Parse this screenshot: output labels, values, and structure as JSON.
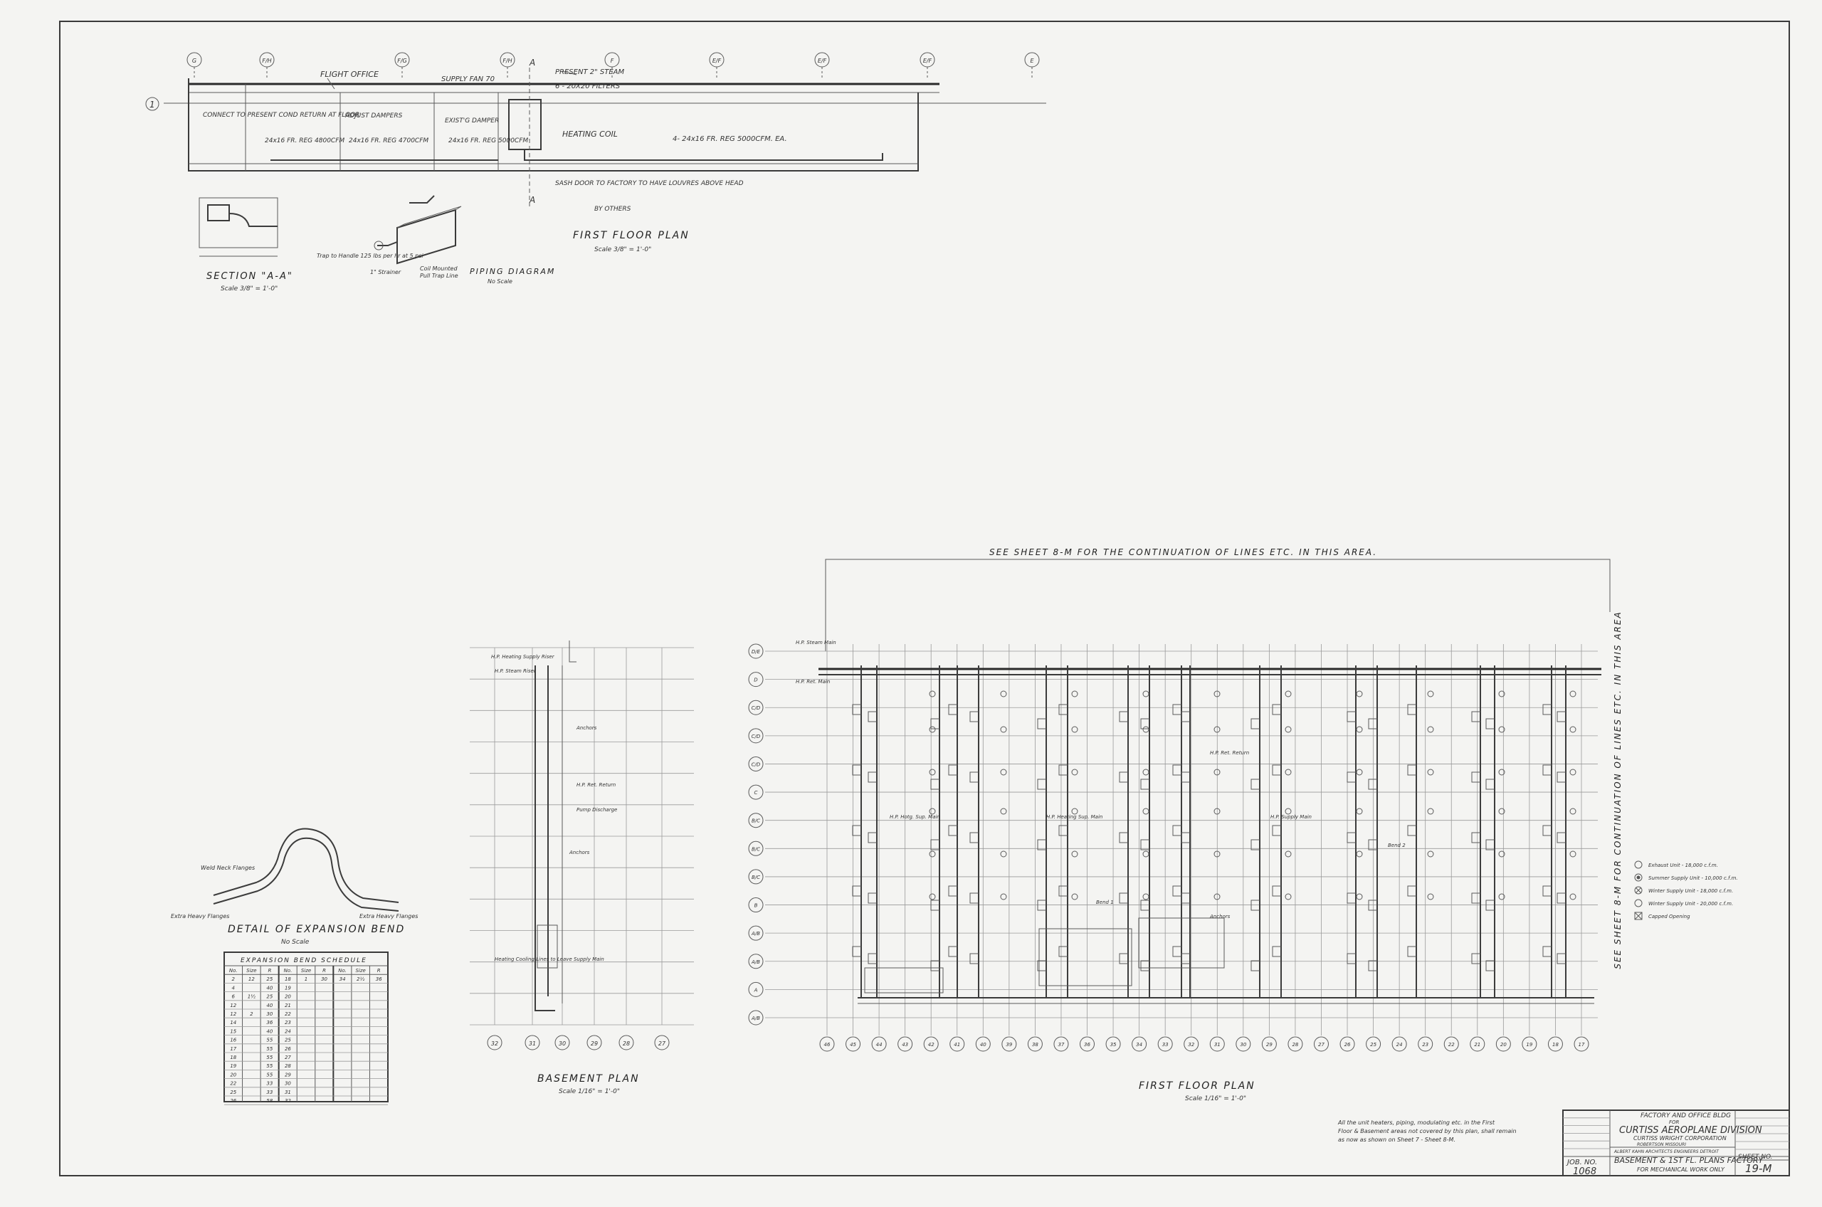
{
  "first_floor_plan_top": {
    "title": "FIRST FLOOR PLAN",
    "scale": "Scale 3/8\" = 1'-0\"",
    "labels": {
      "flight_office": "FLIGHT OFFICE",
      "supply_fan": "SUPPLY FAN 70",
      "heating_coil": "HEATING COIL",
      "connect_to": "CONNECT TO PRESENT COND RETURN AT FLOOR",
      "adjust_dampers": "ADJUST DAMPERS",
      "filters": "6 - 20X20 FILTERS",
      "present_steam": "PRESENT 2\" STEAM",
      "existing_duct": "EXIST'G DAMPER",
      "door_note": "SASH DOOR TO FACTORY TO HAVE LOUVRES ABOVE HEAD",
      "by_others": "BY OTHERS",
      "reg1": "24x16 FR. REG 4800CFM",
      "reg2": "24x16 FR. REG 4700CFM",
      "reg3": "24x16 FR. REG 5000CFM",
      "reg4": "4- 24x16 FR. REG 5000CFM. EA."
    },
    "column_marks": [
      "G",
      "F/H",
      "F/G",
      "F/H",
      "F",
      "E/F",
      "E/F",
      "E/F",
      "E"
    ],
    "row_mark": "1",
    "section_marks": [
      "A",
      "A"
    ]
  },
  "section_aa": {
    "title": "SECTION \"A-A\"",
    "scale": "Scale 3/8\" = 1'-0\""
  },
  "piping_diagram": {
    "title": "PIPING DIAGRAM",
    "scale": "No Scale",
    "notes": [
      "Trap to Handle 125 lbs per hr at 5 psi",
      "1\" Strainer",
      "Coil Mounted",
      "Pull Trap Line"
    ]
  },
  "expansion_bend": {
    "title": "DETAIL OF EXPANSION BEND",
    "scale": "No Scale",
    "labels": {
      "weld_neck": "Weld Neck Flanges",
      "extra_heavy": "Extra Heavy Flanges",
      "extra_heavy2": "Extra Heavy Flanges"
    }
  },
  "bend_schedule": {
    "title": "EXPANSION BEND SCHEDULE",
    "headers": [
      "No.",
      "Size",
      "R",
      "No.",
      "Size",
      "R",
      "No.",
      "Size",
      "R"
    ],
    "rows": [
      [
        "2",
        "12",
        "25",
        "18",
        "1",
        "30",
        "34",
        "2½",
        "36"
      ],
      [
        "4",
        "",
        "40",
        "19",
        "",
        "",
        "",
        "",
        ""
      ],
      [
        "6",
        "1½",
        "25",
        "20",
        "",
        "",
        "",
        "",
        ""
      ],
      [
        "12",
        "",
        "40",
        "21",
        "",
        "",
        "",
        "",
        ""
      ],
      [
        "12",
        "2",
        "30",
        "22",
        "",
        "",
        "",
        "",
        ""
      ],
      [
        "14",
        "",
        "36",
        "23",
        "",
        "",
        "",
        "",
        ""
      ],
      [
        "15",
        "",
        "40",
        "24",
        "",
        "",
        "",
        "",
        ""
      ],
      [
        "16",
        "",
        "55",
        "25",
        "",
        "",
        "",
        "",
        ""
      ],
      [
        "17",
        "",
        "55",
        "26",
        "",
        "",
        "",
        "",
        ""
      ],
      [
        "18",
        "",
        "55",
        "27",
        "",
        "",
        "",
        "",
        ""
      ],
      [
        "19",
        "",
        "55",
        "28",
        "",
        "",
        "",
        "",
        ""
      ],
      [
        "20",
        "",
        "55",
        "29",
        "",
        "",
        "",
        "",
        ""
      ],
      [
        "22",
        "",
        "33",
        "30",
        "",
        "",
        "",
        "",
        ""
      ],
      [
        "25",
        "",
        "33",
        "31",
        "",
        "",
        "",
        "",
        ""
      ],
      [
        "26",
        "",
        "58",
        "32",
        "",
        "",
        "",
        "",
        ""
      ]
    ]
  },
  "basement_plan": {
    "title": "BASEMENT PLAN",
    "scale": "Scale 1/16\" = 1'-0\"",
    "column_marks": [
      "32",
      "31",
      "30",
      "29",
      "28",
      "27"
    ],
    "notes": [
      "H.P. Heating Supply Riser",
      "H.P. Steam Riser",
      "Anchors",
      "H.P. Ret. Return",
      "Pump Discharge",
      "Heating Cooling Lines to Leave Supply Main",
      "Anchors"
    ]
  },
  "first_floor_plan": {
    "title": "FIRST FLOOR PLAN",
    "scale": "Scale 1/16\" = 1'-0\"",
    "top_note": "SEE SHEET 8-M FOR THE CONTINUATION OF LINES ETC. IN THIS AREA.",
    "side_note": "SEE SHEET 8-M FOR CONTINUATION OF LINES ETC. IN THIS AREA",
    "row_marks": [
      "D/E",
      "D",
      "C/D",
      "C/D",
      "C/D",
      "C",
      "B/C",
      "B/C",
      "B/C",
      "B",
      "A/B",
      "A/B",
      "A",
      "A/B"
    ],
    "column_marks": [
      "46",
      "45",
      "44",
      "43",
      "42",
      "41",
      "40",
      "39",
      "38",
      "37",
      "36",
      "35",
      "34",
      "33",
      "32",
      "31",
      "30",
      "29",
      "28",
      "27",
      "26",
      "25",
      "24",
      "23",
      "22",
      "21",
      "20",
      "19",
      "18",
      "17"
    ],
    "pipe_labels": [
      "H.P. Steam Main",
      "H.P. Ret. Main",
      "H.P. Hotg. Sup. Main",
      "H.P. Heating Sup. Main",
      "H.P. Supply Main",
      "H.P. Ret. Return",
      "Anchors",
      "Bend 1",
      "Bend 2"
    ]
  },
  "legend": {
    "items": [
      {
        "symbol": "open-circle",
        "label": "Exhaust Unit - 18,000 c.f.m."
      },
      {
        "symbol": "hatched-circle",
        "label": "Summer Supply Unit - 10,000 c.f.m."
      },
      {
        "symbol": "cross-circle",
        "label": "Winter Supply Unit - 18,000 c.f.m."
      },
      {
        "symbol": "filled-circle",
        "label": "Winter Supply Unit - 20,000 c.f.m."
      },
      {
        "symbol": "square-x",
        "label": "Capped Opening"
      }
    ]
  },
  "general_note": "All the unit heaters, piping, modulating etc. in the First Floor & Basement areas not covered by this plan, shall remain as now as shown on Sheet 7 - Sheet 8-M.",
  "title_block": {
    "line1": "FACTORY AND OFFICE BLDG",
    "line2": "FOR",
    "company": "CURTISS AEROPLANE DIVISION",
    "corp": "CURTISS WRIGHT CORPORATION",
    "location": "ROBERTSON MISSOURI",
    "architect": "ALBERT KAHN ARCHITECTS ENGINEERS DETROIT",
    "drawing_title": "BASEMENT & 1ST FL. PLANS FACTORY",
    "subtitle": "FOR MECHANICAL WORK ONLY",
    "job_label": "JOB. NO.",
    "job_no": "1068",
    "sheet_label": "SHEET NO.",
    "sheet_no": "19-M"
  }
}
